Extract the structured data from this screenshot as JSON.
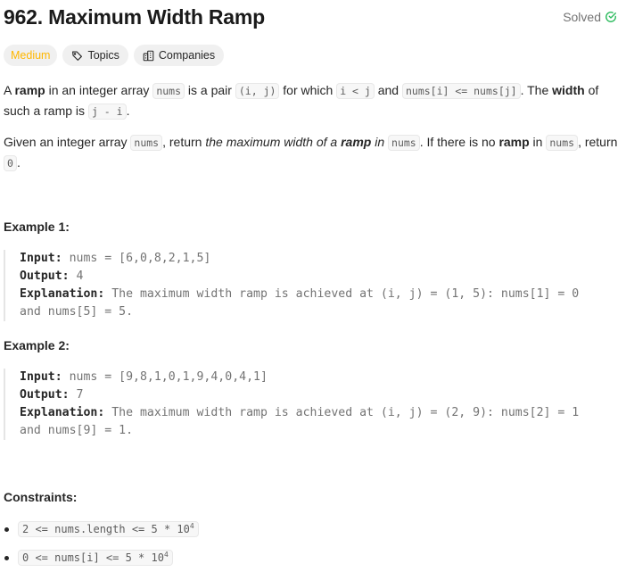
{
  "header": {
    "title": "962. Maximum Width Ramp",
    "status": "Solved",
    "status_color": "#2cbb5d"
  },
  "tags": {
    "difficulty": "Medium",
    "difficulty_color": "#ffb700",
    "topics": "Topics",
    "companies": "Companies"
  },
  "description": {
    "p1": {
      "t1": "A ",
      "b1": "ramp",
      "t2": " in an integer array ",
      "c1": "nums",
      "t3": " is a pair ",
      "c2": "(i, j)",
      "t4": " for which ",
      "c3": "i < j",
      "t5": " and ",
      "c4": "nums[i] <= nums[j]",
      "t6": ". The ",
      "b2": "width",
      "t7": " of such a ramp is ",
      "c5": "j - i",
      "t8": "."
    },
    "p2": {
      "t1": "Given an integer array ",
      "c1": "nums",
      "t2": ", return ",
      "i1": "the maximum width of a ",
      "bi1": "ramp",
      "i2": " in ",
      "c2": "nums",
      "t3": ". If there is no ",
      "b1": "ramp",
      "t4": " in ",
      "c3": "nums",
      "t5": ", return ",
      "c4": "0",
      "t6": "."
    }
  },
  "examples": [
    {
      "heading": "Example 1:",
      "input_label": "Input:",
      "input": " nums = [6,0,8,2,1,5]",
      "output_label": "Output:",
      "output": " 4",
      "explanation_label": "Explanation:",
      "explanation_line1": " The maximum width ramp is achieved at (i, j) = (1, 5): nums[1] = 0",
      "explanation_line2": "and nums[5] = 5."
    },
    {
      "heading": "Example 2:",
      "input_label": "Input:",
      "input": " nums = [9,8,1,0,1,9,4,0,4,1]",
      "output_label": "Output:",
      "output": " 7",
      "explanation_label": "Explanation:",
      "explanation_line1": " The maximum width ramp is achieved at (i, j) = (2, 9): nums[2] = 1",
      "explanation_line2": "and nums[9] = 1."
    }
  ],
  "constraints": {
    "heading": "Constraints:",
    "items": [
      {
        "text": "2 <= nums.length <= 5 * 10",
        "sup": "4"
      },
      {
        "text": "0 <= nums[i] <= 5 * 10",
        "sup": "4"
      }
    ]
  }
}
